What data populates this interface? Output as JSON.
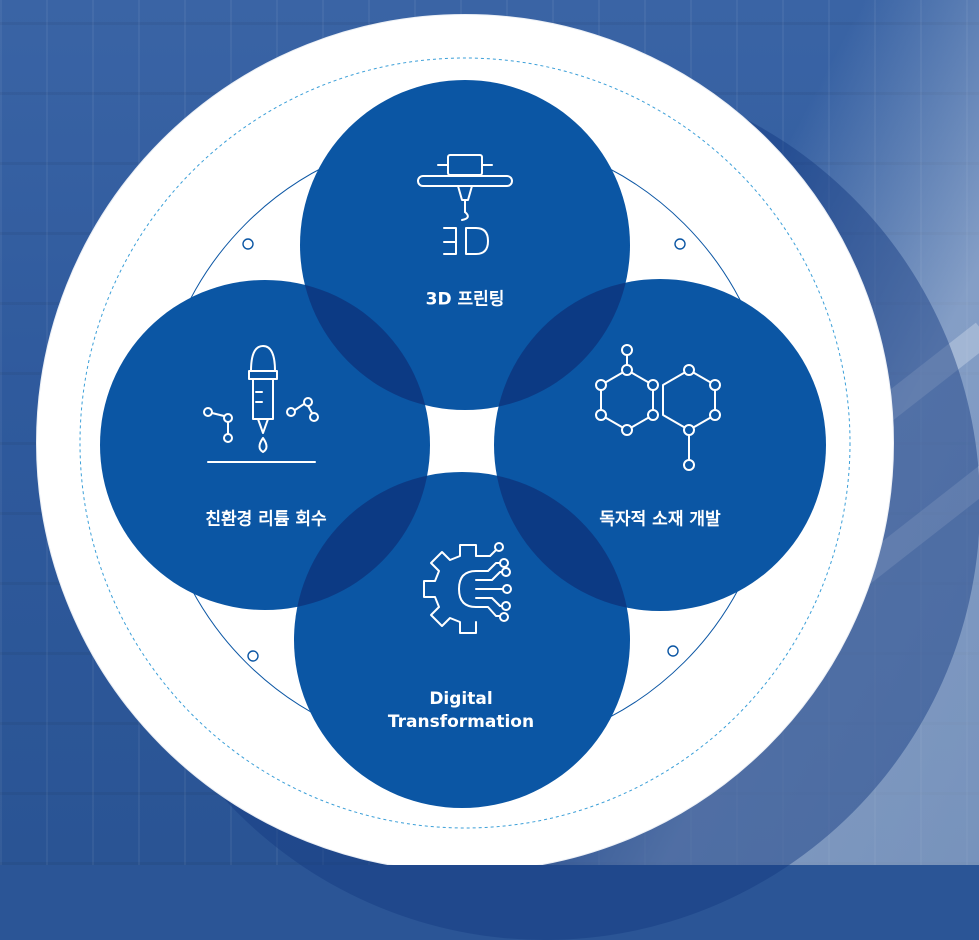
{
  "circles": {
    "top": {
      "label": "3D 프린팅",
      "icon": "3d-printer-icon"
    },
    "left": {
      "label": "친환경 리튬 회수",
      "icon": "pipette-dropper-icon"
    },
    "right": {
      "label": "독자적 소재 개발",
      "icon": "molecule-icon"
    },
    "bottom": {
      "label_line1": "Digital",
      "label_line2": "Transformation",
      "icon": "gear-circuit-icon"
    }
  },
  "colors": {
    "circle": "#0b56a4",
    "overlap": "#0c3a84",
    "disc": "#ffffff",
    "accent_line": "#3b9fd8"
  }
}
